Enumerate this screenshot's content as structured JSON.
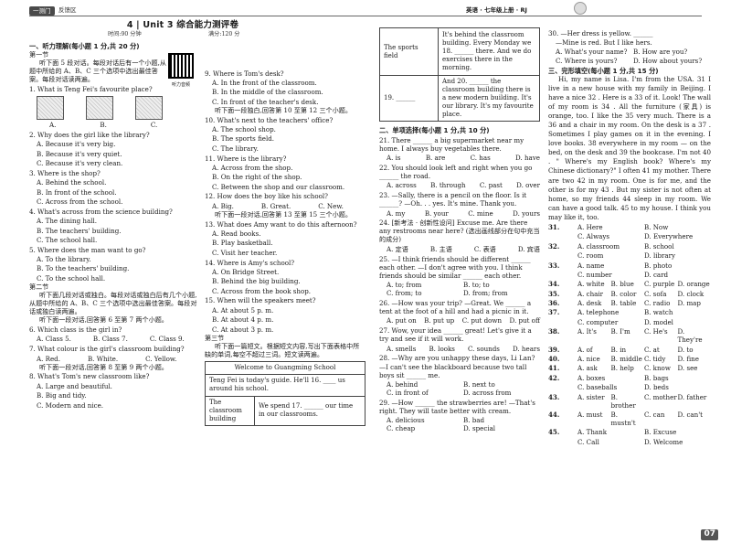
{
  "header": {
    "tab1": "一测门",
    "tab2": "反馈区",
    "subject": "英语 · 七年级上册 · RJ"
  },
  "title": "4 | Unit 3 综合能力测评卷",
  "time": "时间:90 分钟",
  "full": "满分:120 分",
  "qr_label": "听力音频",
  "s1": {
    "heading": "一、听力理解(每小题 1 分,共 20 分)",
    "part1": "第一节",
    "intro": "听下面 5 段对话。每段对话后有一个小题,从题中所给的 A、B、C 三个选项中选出最佳答案。每段对话读两遍。",
    "q1": "1. What is Teng Fei's favourite place?",
    "q1opts": [
      "A.",
      "B.",
      "C."
    ],
    "q2": "2. Why does the girl like the library?",
    "q2a": "A. Because it's very big.",
    "q2b": "B. Because it's very quiet.",
    "q2c": "C. Because it's very clean.",
    "q3": "3. Where is the shop?",
    "q3a": "A. Behind the school.",
    "q3b": "B. In front of the school.",
    "q3c": "C. Across from the school.",
    "q4": "4. What's across from the science building?",
    "q4a": "A. The dining hall.",
    "q4b": "B. The teachers' building.",
    "q4c": "C. The school hall.",
    "q5": "5. Where does the man want to go?",
    "q5a": "A. To the library.",
    "q5b": "B. To the teachers' building.",
    "q5c": "C. To the school hall.",
    "part2": "第二节",
    "intro2": "听下面几段对话或独白。每段对话或独白后有几个小题,从题中所给的 A、B、C 三个选项中选出最佳答案。每段对话或独白读两遍。",
    "d6": "听下面一段对话,回答第 6 至第 7 两个小题。",
    "q6": "6. Which class is the girl in?",
    "q6opts": [
      "A. Class 5.",
      "B. Class 7.",
      "C. Class 9."
    ],
    "q7": "7. What colour is the girl's classroom building?",
    "q7opts": [
      "A. Red.",
      "B. White.",
      "C. Yellow."
    ],
    "d8": "听下面一段对话,回答第 8 至第 9 两个小题。",
    "q8": "8. What's Tom's new classroom like?",
    "q8a": "A. Large and beautiful.",
    "q8b": "B. Big and tidy.",
    "q8c": "C. Modern and nice."
  },
  "c2": {
    "q9": "9. Where is Tom's desk?",
    "q9a": "A. In the front of the classroom.",
    "q9b": "B. In the middle of the classroom.",
    "q9c": "C. In front of the teacher's desk.",
    "d10": "听下面一段独白,回答第 10 至第 12 三个小题。",
    "q10": "10. What's next to the teachers' office?",
    "q10a": "A. The school shop.",
    "q10b": "B. The sports field.",
    "q10c": "C. The library.",
    "q11": "11. Where is the library?",
    "q11a": "A. Across from the shop.",
    "q11b": "B. On the right of the shop.",
    "q11c": "C. Between the shop and our classroom.",
    "q12": "12. How does the boy like his school?",
    "q12opts": [
      "A. Big.",
      "B. Great.",
      "C. New."
    ],
    "d13": "听下面一段对话,回答第 13 至第 15 三个小题。",
    "q13": "13. What does Amy want to do this afternoon?",
    "q13a": "A. Read books.",
    "q13b": "B. Play basketball.",
    "q13c": "C. Visit her teacher.",
    "q14": "14. Where is Amy's school?",
    "q14a": "A. On Bridge Street.",
    "q14b": "B. Behind the big building.",
    "q14c": "C. Across from the book shop.",
    "q15": "15. When will the speakers meet?",
    "q15a": "A. At about 5 p. m.",
    "q15b": "B. At about 4 p. m.",
    "q15c": "C. At about 3 p. m.",
    "part3": "第三节",
    "intro3": "听下面一篇短文。根据短文内容,写出下面表格中所缺的单词,每空不超过三词。短文读两遍。",
    "tbl_title": "Welcome to Guangming School",
    "tbl_r1": "Teng Fei is today's guide. He'll 16. ____ us around his school.",
    "tbl_r2c1": "The classroom building",
    "tbl_r2c2": "We spend 17. ______ our time in our classrooms."
  },
  "c3": {
    "r1c1": "The sports field",
    "r1c2": "It's behind the classroom building. Every Monday we 18. ______ there. And we do exercises there in the morning.",
    "r2c1": "19. ______",
    "r2c2": "And 20. ______ the classroom building there is a new modern building. It's our library. It's my favourite place.",
    "sec2": "二、单项选择(每小题 1 分,共 10 分)",
    "q21": "21. There ______ a big supermarket near my home. I always buy vegetables there.",
    "q21o": [
      "A. is",
      "B. are",
      "C. has",
      "D. have"
    ],
    "q22": "22. You should look left and right when you go ______ the road.",
    "q22o": [
      "A. across",
      "B. through",
      "C. past",
      "D. over"
    ],
    "q23": "23. —Sally, there is a pencil on the floor. Is it ______? —Oh. . . yes. It's mine. Thank you.",
    "q23o": [
      "A. my",
      "B. your",
      "C. mine",
      "D. yours"
    ],
    "q24": "24. [新考法 · 创新性设问] Excuse me. Are there any restrooms near here? (选出画线部分在句中充当的成分)",
    "q24o": [
      "A. 定语",
      "B. 主语",
      "C. 表语",
      "D. 宾语"
    ],
    "q25": "25. —I think friends should be different ______ each other. —I don't agree with you. I think friends should be similar ______ each other.",
    "q25o": [
      "A. to; from",
      "B. to; to",
      "C. from; to",
      "D. from; from"
    ],
    "q26": "26. —How was your trip? —Great. We ______ a tent at the foot of a hill and had a picnic in it.",
    "q26o": [
      "A. put on",
      "B. put up",
      "C. put down",
      "D. put off"
    ],
    "q27": "27. Wow, your idea ______ great! Let's give it a try and see if it will work.",
    "q27o": [
      "A. smells",
      "B. looks",
      "C. sounds",
      "D. hears"
    ],
    "q28": "28. —Why are you unhappy these days, Li Lan? —I can't see the blackboard because two tall boys sit ______ me.",
    "q28o": [
      "A. behind",
      "B. next to",
      "C. in front of",
      "D. across from"
    ],
    "q29": "29. —How ______ the strawberries are! —That's right. They will taste better with cream.",
    "q29o": [
      "A. delicious",
      "B. bad",
      "C. cheap",
      "D. special"
    ]
  },
  "c4": {
    "q30a": "30. —Her dress is yellow. ______",
    "q30b": "—Mine is red. But I like hers.",
    "q30o": [
      "A. What's your name?",
      "B. How are you?",
      "C. Where is yours?",
      "D. How about yours?"
    ],
    "sec3": "三、完形填空(每小题 1 分,共 15 分)",
    "passage": "Hi, my name is Lisa. I'm from the USA. 31 I live in a new house with my family in Beijing. I have a nice 32 . Here is a 33 of it. Look! The wall of my room is 34 . All the furniture (家具) is orange, too. I like the 35 very much. There is a 36 and a chair in my room. On the desk is a 37 . Sometimes I play games on it in the evening. I love books. 38 everywhere in my room — on the bed, on the desk and 39 the bookcase. I'm not 40 . \" Where's my English book? Where's my Chinese dictionary?\" I often 41 my mother. There are two 42 in my room. One is for me, and the other is for my 43 . But my sister is not often at home, so my friends 44 sleep in my room. We can have a good talk. 45 to my house. I think you may like it, too.",
    "opts": [
      [
        "31.",
        "A. Here",
        "B. Now"
      ],
      [
        "",
        "C. Always",
        "D. Everywhere"
      ],
      [
        "32.",
        "A. classroom",
        "B. school"
      ],
      [
        "",
        "C. room",
        "D. library"
      ],
      [
        "33.",
        "A. name",
        "B. photo"
      ],
      [
        "",
        "C. number",
        "D. card"
      ]
    ],
    "opts4": [
      [
        "34.",
        "A. white",
        "B. blue",
        "C. purple",
        "D. orange"
      ],
      [
        "35.",
        "A. chair",
        "B. color",
        "C. sofa",
        "D. clock"
      ],
      [
        "36.",
        "A. desk",
        "B. table",
        "C. radio",
        "D. map"
      ]
    ],
    "opts37": [
      [
        "37.",
        "A. telephone",
        "B. watch"
      ],
      [
        "",
        "C. computer",
        "D. model"
      ]
    ],
    "opts4b": [
      [
        "38.",
        "A. It's",
        "B. I'm",
        "C. He's",
        "D. They're"
      ],
      [
        "39.",
        "A. of",
        "B. in",
        "C. at",
        "D. to"
      ],
      [
        "40.",
        "A. nice",
        "B. middle",
        "C. tidy",
        "D. fine"
      ],
      [
        "41.",
        "A. ask",
        "B. help",
        "C. know",
        "D. see"
      ]
    ],
    "opts42": [
      [
        "42.",
        "A. boxes",
        "B. bags"
      ],
      [
        "",
        "C. baseballs",
        "D. beds"
      ]
    ],
    "opts4c": [
      [
        "43.",
        "A. sister",
        "B. brother",
        "C. mother",
        "D. father"
      ],
      [
        "44.",
        "A. must",
        "B. mustn't",
        "C. can",
        "D. can't"
      ]
    ],
    "opts45": [
      [
        "45.",
        "A. Thank",
        "B. Excuse"
      ],
      [
        "",
        "C. Call",
        "D. Welcome"
      ]
    ],
    "pageno": "07"
  }
}
